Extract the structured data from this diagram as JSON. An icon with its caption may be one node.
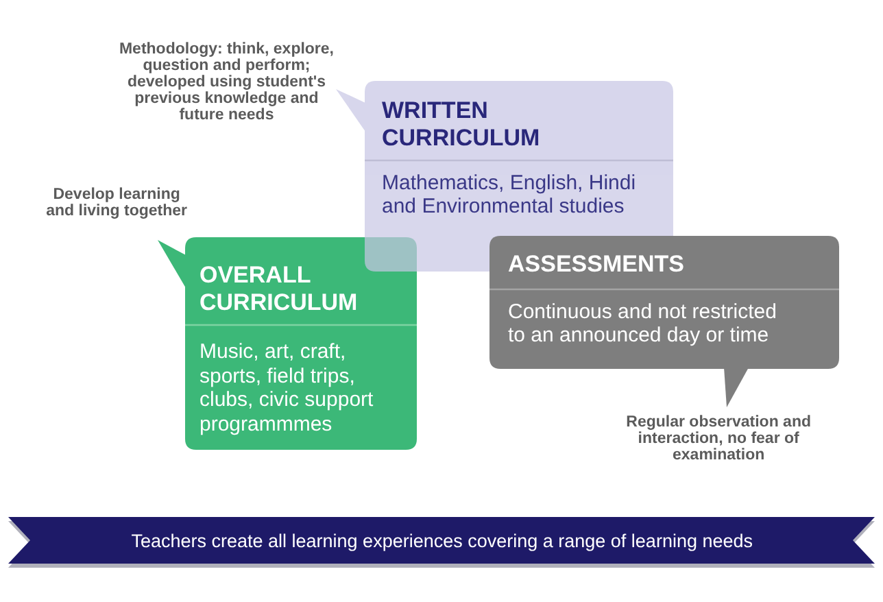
{
  "diagram": {
    "nodes": [
      {
        "text": [
          "WRITTEN CURRICULUM",
          "Mathematics, English, Hindi and Environmental studies"
        ],
        "beside": [
          "Methodology: think, explore, question and perform; developed using student's previous knowledge and future needs"
        ]
      },
      {
        "text": [
          "OVERALL CURRICULUM",
          "Music, art, craft, sports, field trips, clubs, civic support programmmes"
        ],
        "beside": [
          "Develop learning and living together"
        ]
      },
      {
        "text": [
          "ASSESSMENTS",
          "Continuous and not restricted to an announced day or time"
        ],
        "beside": [
          "Regular observation and interaction, no fear of examination"
        ]
      },
      {
        "text": [
          "Teachers create all learning experiences covering a range of learning needs"
        ]
      }
    ]
  }
}
